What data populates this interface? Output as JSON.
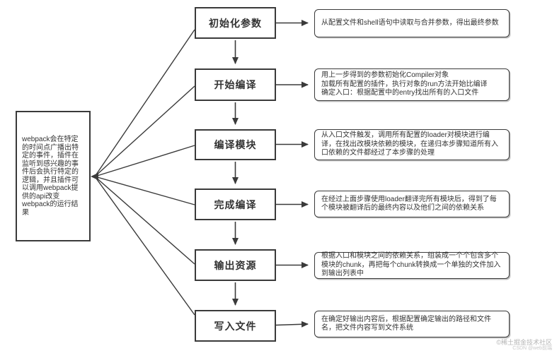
{
  "diagram": {
    "title_semantic": "webpack build flow",
    "colors": {
      "line": "#3a3a3a",
      "text": "#333333",
      "background": "#ffffff",
      "watermark": "#b5b5b5"
    },
    "plugin_note": {
      "text": "webpack会在特定的时间点广播出特定的事件，插件在监听到感兴趣的事件后会执行特定的逻辑，并且插件可以调用webpack提供的api改变webpack的运行结果"
    },
    "steps": [
      {
        "label": "初始化参数",
        "description": "从配置文件和shell语句中读取与合并参数，得出最终参数"
      },
      {
        "label": "开始编译",
        "description": "用上一步得到的参数初始化Compiler对象\n加载所有配置的插件，执行对象的run方法开始比编译\n确定入口：根据配置中的entry找出所有的入口文件"
      },
      {
        "label": "编译模块",
        "description": "从入口文件触发，调用所有配置的loader对模块进行编译，在找出改模块依赖的模块，在递归本步骤知道所有入口依赖的文件都经过了本步骤的处理"
      },
      {
        "label": "完成编译",
        "description": "在经过上面步骤使用loader翻译完所有模块后，得到了每个模块被翻译后的最终内容以及他们之间的依赖关系"
      },
      {
        "label": "输出资源",
        "description": "根据入口和模块之间的依赖关系，组装成一个个包含多个模块的chunk，再把每个chunk转换成一个单独的文件加入到输出列表中"
      },
      {
        "label": "写入文件",
        "description": "在确定好输出内容后，根据配置确定输出的路径和文件名，把文件内容写到文件系统"
      }
    ],
    "watermark": {
      "line1": "©稀土掘金技术社区",
      "line2": "CSDN @web前端"
    }
  }
}
